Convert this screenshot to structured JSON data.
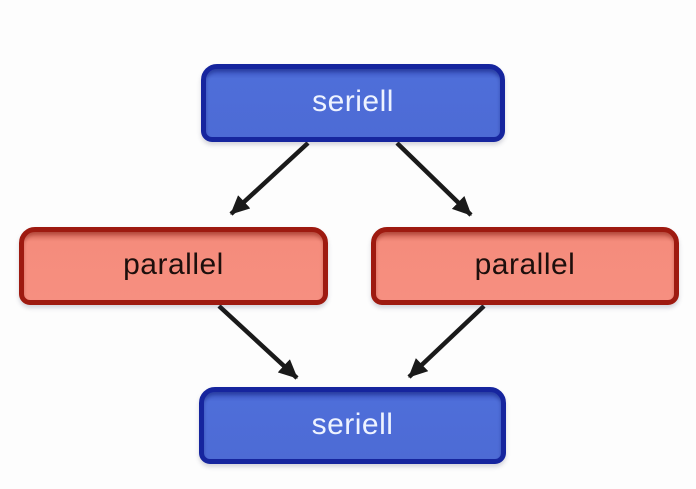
{
  "diagram": {
    "description": "Flow diagram alternating serial and parallel stages",
    "background_color": "#fdfdfd",
    "arrow_color": "#1a1a1a",
    "nodes": [
      {
        "id": "seriell-top",
        "label": "seriell",
        "type": "serial",
        "fill": "#4d6bd5",
        "border": "#16259e",
        "text_color": "#eef3ff"
      },
      {
        "id": "parallel-left",
        "label": "parallel",
        "type": "parallel",
        "fill": "#f58d7e",
        "border": "#9e1a10",
        "text_color": "#1d0f0c"
      },
      {
        "id": "parallel-right",
        "label": "parallel",
        "type": "parallel",
        "fill": "#f58d7e",
        "border": "#9e1a10",
        "text_color": "#1d0f0c"
      },
      {
        "id": "seriell-bottom",
        "label": "seriell",
        "type": "serial",
        "fill": "#4d6bd5",
        "border": "#16259e",
        "text_color": "#eef3ff"
      }
    ],
    "edges": [
      {
        "from": "seriell-top",
        "to": "parallel-left"
      },
      {
        "from": "seriell-top",
        "to": "parallel-right"
      },
      {
        "from": "parallel-left",
        "to": "seriell-bottom"
      },
      {
        "from": "parallel-right",
        "to": "seriell-bottom"
      }
    ]
  }
}
